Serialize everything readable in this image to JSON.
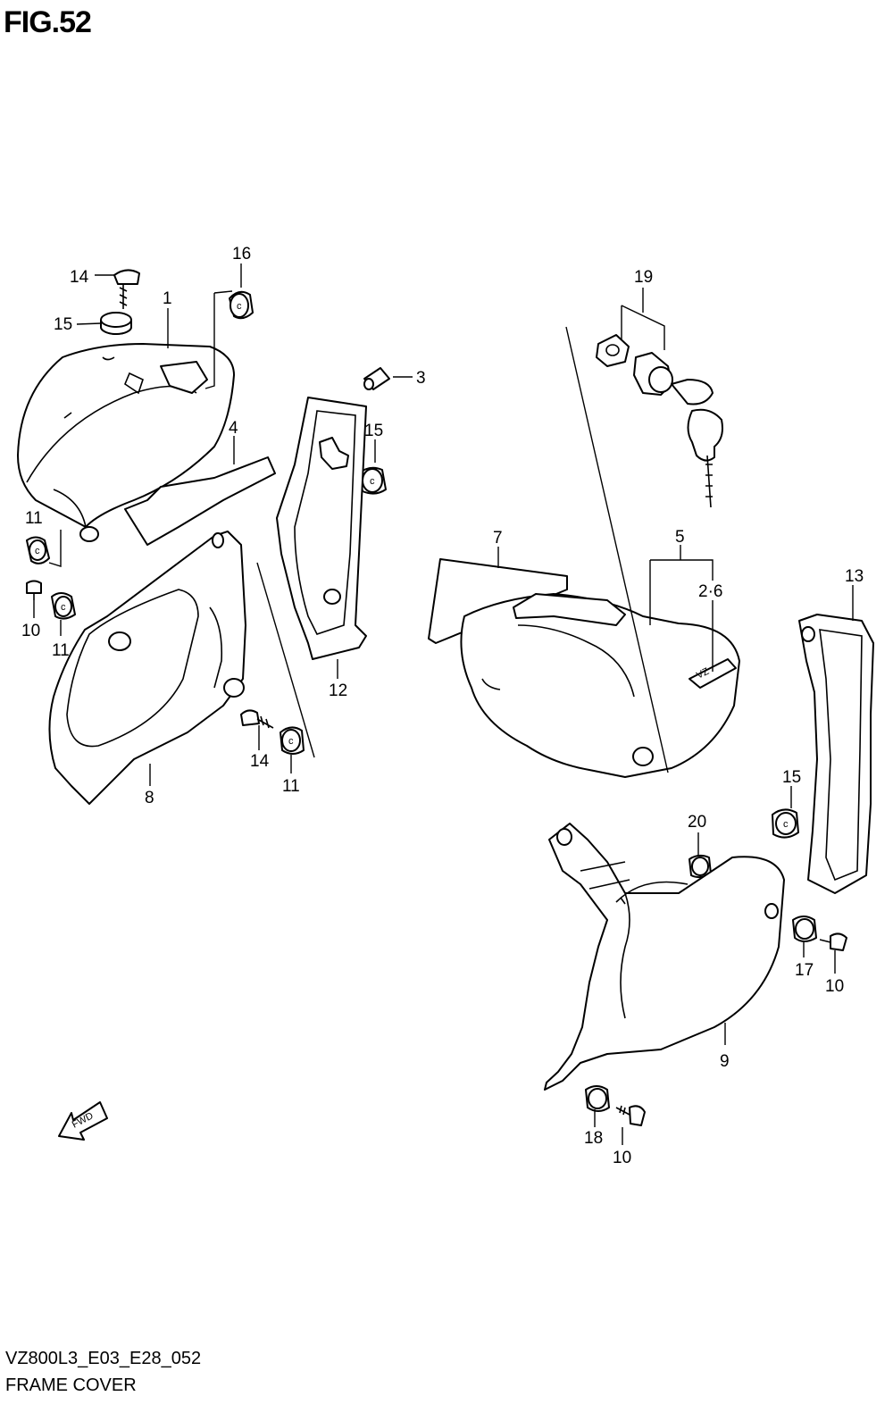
{
  "figure": {
    "title": "FIG.52"
  },
  "footer": {
    "code": "VZ800L3_E03_E28_052",
    "name": "FRAME COVER"
  },
  "fwd_label": "FWD",
  "callouts": [
    {
      "id": "c-14a",
      "text": "14"
    },
    {
      "id": "c-15a",
      "text": "15"
    },
    {
      "id": "c-1",
      "text": "1"
    },
    {
      "id": "c-16",
      "text": "16"
    },
    {
      "id": "c-3",
      "text": "3"
    },
    {
      "id": "c-15b",
      "text": "15"
    },
    {
      "id": "c-4",
      "text": "4"
    },
    {
      "id": "c-11a",
      "text": "11"
    },
    {
      "id": "c-10a",
      "text": "10"
    },
    {
      "id": "c-11b",
      "text": "11"
    },
    {
      "id": "c-12",
      "text": "12"
    },
    {
      "id": "c-14b",
      "text": "14"
    },
    {
      "id": "c-11c",
      "text": "11"
    },
    {
      "id": "c-8",
      "text": "8"
    },
    {
      "id": "c-19",
      "text": "19"
    },
    {
      "id": "c-7",
      "text": "7"
    },
    {
      "id": "c-5",
      "text": "5"
    },
    {
      "id": "c-2-6",
      "text": "2·6"
    },
    {
      "id": "c-13",
      "text": "13"
    },
    {
      "id": "c-15c",
      "text": "15"
    },
    {
      "id": "c-20",
      "text": "20"
    },
    {
      "id": "c-17",
      "text": "17"
    },
    {
      "id": "c-10b",
      "text": "10"
    },
    {
      "id": "c-9",
      "text": "9"
    },
    {
      "id": "c-18",
      "text": "18"
    },
    {
      "id": "c-10c",
      "text": "10"
    }
  ]
}
